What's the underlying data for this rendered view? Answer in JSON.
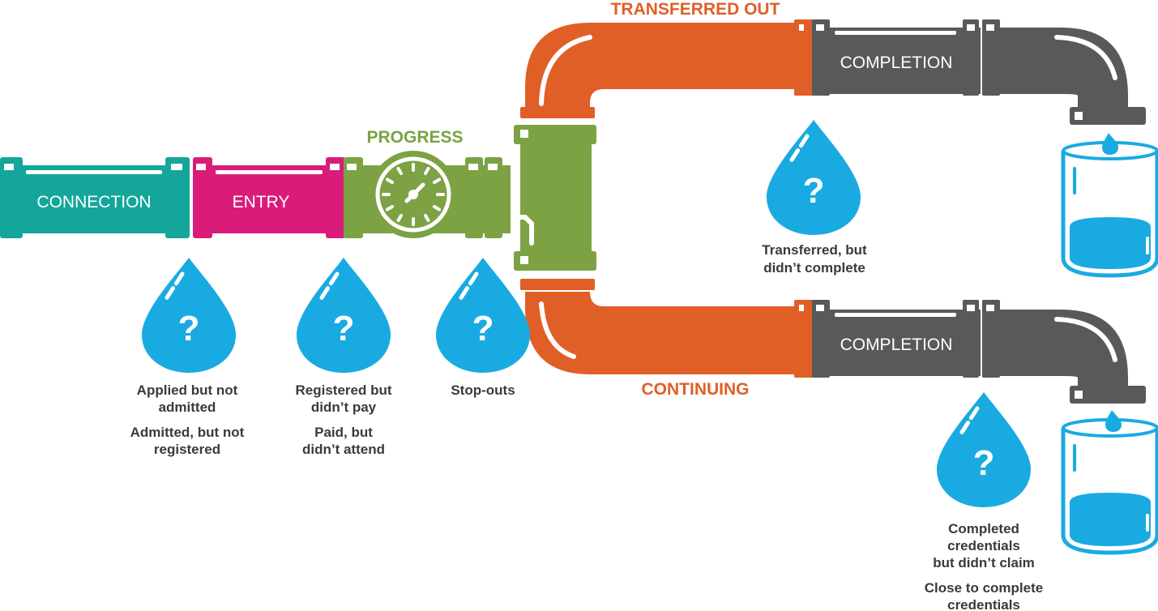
{
  "colors": {
    "connection": "#14a69a",
    "entry": "#d91c7a",
    "progress": "#7ca244",
    "transfer": "#e05f27",
    "completion": "#58595b",
    "water": "#1aaae2",
    "caption": "#3a3a3a"
  },
  "stages": {
    "connection": "CONNECTION",
    "entry": "ENTRY",
    "progress": "PROGRESS",
    "transferred_out": "TRANSFERRED OUT",
    "continuing": "CONTINUING",
    "completion_top": "COMPLETION",
    "completion_bottom": "COMPLETION"
  },
  "icons": {
    "drop": "water-drop-icon",
    "gauge": "pressure-gauge-icon",
    "glass": "water-glass-icon",
    "question": "?"
  },
  "leaks": [
    {
      "id": "connection",
      "lines": [
        "Applied but not",
        "admitted",
        "Admitted, but not",
        "registered"
      ]
    },
    {
      "id": "entry",
      "lines": [
        "Registered but",
        "didn’t pay",
        "Paid, but",
        "didn’t attend"
      ]
    },
    {
      "id": "progress",
      "lines": [
        "Stop-outs"
      ]
    },
    {
      "id": "transfer",
      "lines": [
        "Transferred, but",
        "didn’t complete"
      ]
    },
    {
      "id": "completion",
      "lines": [
        "Completed",
        "credentials",
        "but didn’t claim",
        "Close to complete",
        "credentials"
      ]
    }
  ]
}
